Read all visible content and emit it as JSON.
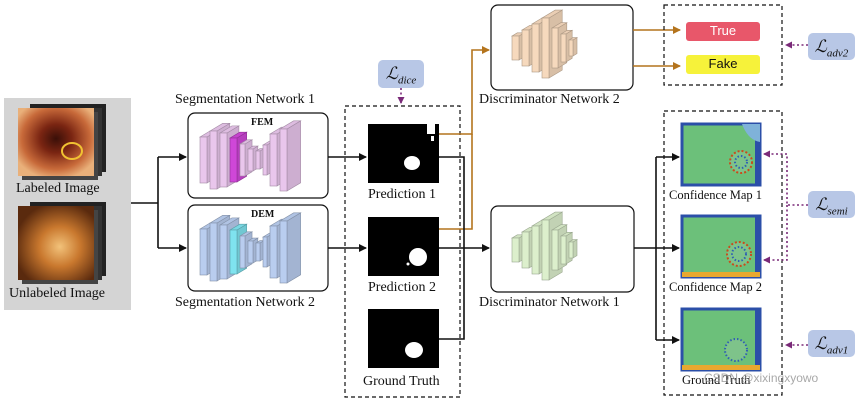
{
  "left_panel": {
    "labeled_label": "Labeled Image",
    "unlabeled_label": "Unlabeled Image"
  },
  "seg_net_1": {
    "title": "Segmentation Network 1",
    "module": "FEM"
  },
  "seg_net_2": {
    "title": "Segmentation Network 2",
    "module": "DEM"
  },
  "predictions": {
    "pred1": "Prediction 1",
    "pred2": "Prediction 2",
    "gt": "Ground Truth"
  },
  "losses": {
    "dice": {
      "symbol": "ℒ",
      "sub": "dice"
    },
    "adv2": {
      "symbol": "ℒ",
      "sub": "adv2"
    },
    "semi": {
      "symbol": "ℒ",
      "sub": "semi"
    },
    "adv1": {
      "symbol": "ℒ",
      "sub": "adv1"
    }
  },
  "disc_2": {
    "title": "Discriminator Network 2"
  },
  "disc_1": {
    "title": "Discriminator Network 1"
  },
  "outputs": {
    "true_label": "True",
    "fake_label": "Fake",
    "conf1": "Confidence Map 1",
    "conf2": "Confidence Map 2",
    "gt": "Ground Truth"
  },
  "watermark": "CSDN @xixingxyowo",
  "colors": {
    "true": "#e8576a",
    "fake": "#f6f23a",
    "seg1_layers": "#e9c6ec",
    "seg1_highlight": "#cf47d8",
    "seg2_layers": "#b9cdef",
    "seg2_highlight": "#7fe3ef",
    "disc2_layers": "#f6d9bd",
    "disc1_layers": "#dcefcc",
    "arrow_orange": "#b4741d",
    "dotted_purple": "#7a2a78",
    "loss_bg": "#b8c7e6"
  }
}
